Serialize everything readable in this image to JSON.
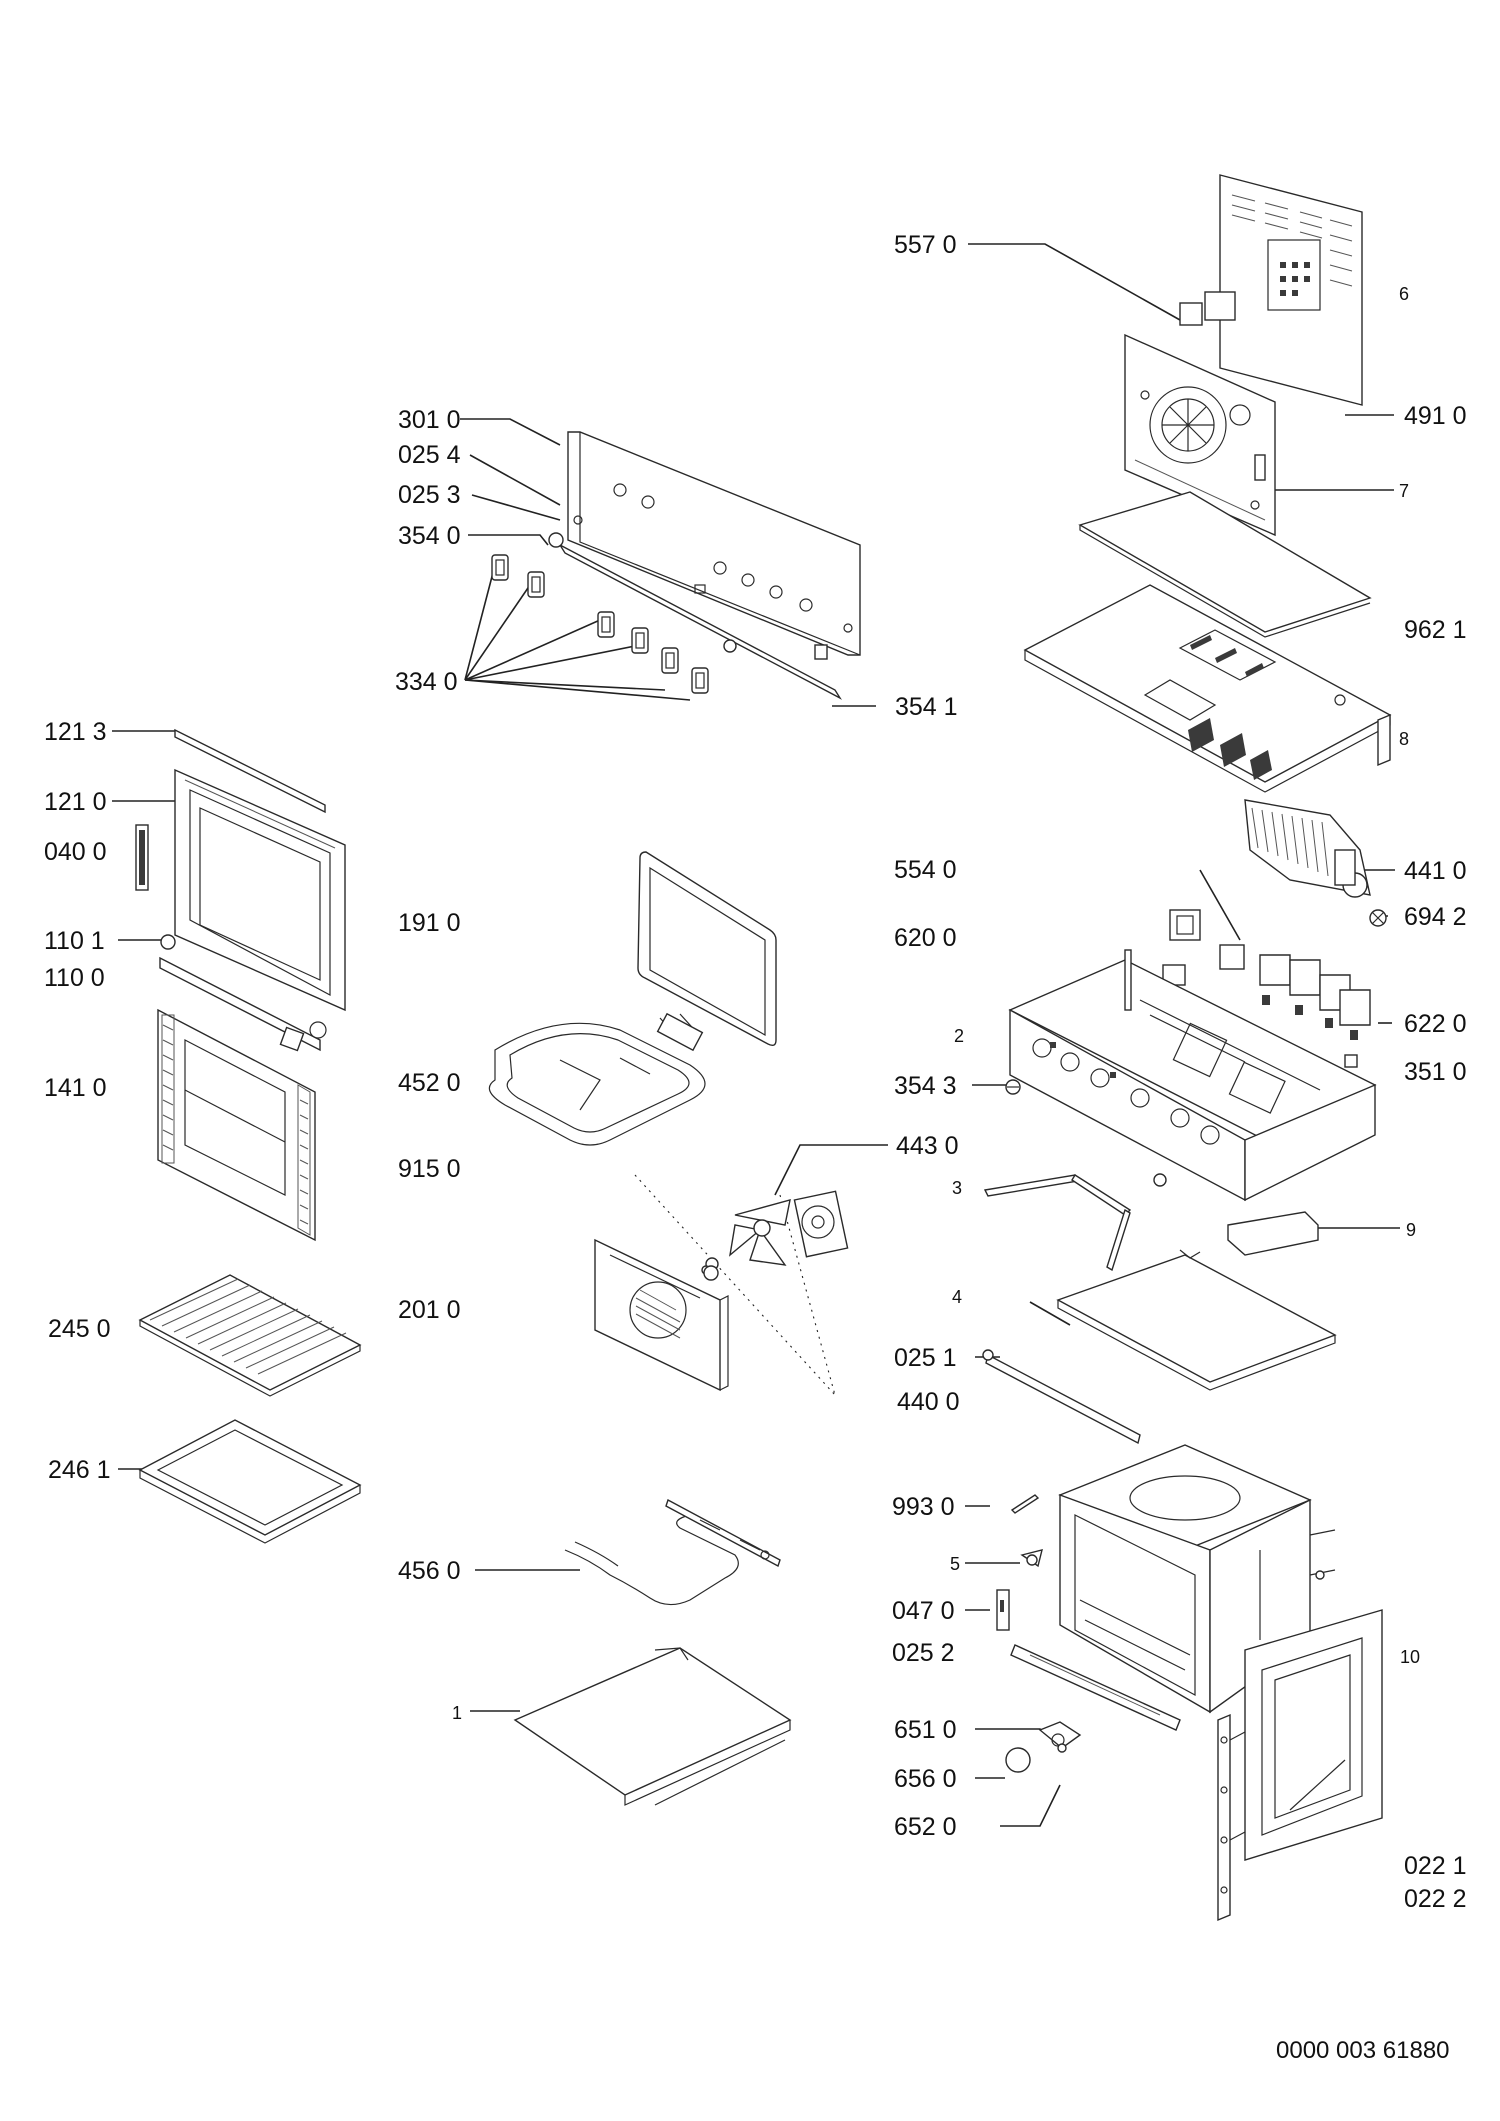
{
  "labels": [
    {
      "text": "557 0"
    },
    {
      "text": "6"
    },
    {
      "text": "491 0"
    },
    {
      "text": "7"
    },
    {
      "text": "962 1"
    },
    {
      "text": "8"
    },
    {
      "text": "301 0"
    },
    {
      "text": "025 4"
    },
    {
      "text": "025 3"
    },
    {
      "text": "354 0"
    },
    {
      "text": "334 0"
    },
    {
      "text": "354 1"
    },
    {
      "text": "121 3"
    },
    {
      "text": "121 0"
    },
    {
      "text": "040 0"
    },
    {
      "text": "110 1"
    },
    {
      "text": "110 0"
    },
    {
      "text": "141 0"
    },
    {
      "text": "245 0"
    },
    {
      "text": "246 1"
    },
    {
      "text": "191 0"
    },
    {
      "text": "452 0"
    },
    {
      "text": "915 0"
    },
    {
      "text": "201 0"
    },
    {
      "text": "456 0"
    },
    {
      "text": "1"
    },
    {
      "text": "554 0"
    },
    {
      "text": "620 0"
    },
    {
      "text": "441 0"
    },
    {
      "text": "694 2"
    },
    {
      "text": "2"
    },
    {
      "text": "622 0"
    },
    {
      "text": "354 3"
    },
    {
      "text": "351 0"
    },
    {
      "text": "443 0"
    },
    {
      "text": "3"
    },
    {
      "text": "9"
    },
    {
      "text": "4"
    },
    {
      "text": "025 1"
    },
    {
      "text": "440 0"
    },
    {
      "text": "993 0"
    },
    {
      "text": "5"
    },
    {
      "text": "047 0"
    },
    {
      "text": "025 2"
    },
    {
      "text": "10"
    },
    {
      "text": "651 0"
    },
    {
      "text": "656 0"
    },
    {
      "text": "652 0"
    },
    {
      "text": "022 1"
    },
    {
      "text": "022 2"
    }
  ],
  "document_number": "0000 003 61880"
}
